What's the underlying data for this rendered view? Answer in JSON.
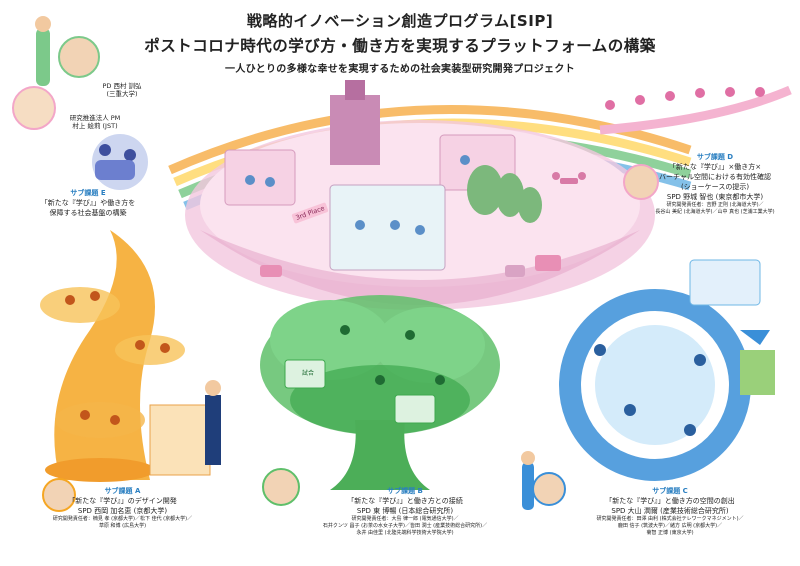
{
  "header": {
    "title_line1": "戦略的イノベーション創造プログラム[SIP]",
    "title_line2": "ポストコロナ時代の学び方・働き方を実現するプラットフォームの構築",
    "subtitle": "一人ひとりの多様な幸せを実現するための社会実装型研究開発プロジェクト"
  },
  "leaders": {
    "pd_role": "PD 西村 訓弘",
    "pd_affil": "(三重大学)",
    "pm_role": "研究推進法人 PM",
    "pm_name": "村上 絵莉 (JST)"
  },
  "scene_signs": {
    "sign_3rd_place": "3rd Place",
    "sign_game": "試合"
  },
  "subthemes": {
    "e": {
      "tag": "サブ課題 E",
      "line1": "「新たな『学び』」や働き方を",
      "line2": "保障する社会基盤の構築"
    },
    "d": {
      "tag": "サブ課題 D",
      "line1": "「新たな『学び』」×働き方×",
      "line2": "バーチャル空間における有効性確認",
      "line3": "(ショーケースの提示)",
      "spd": "SPD 野城 智也 (東京都市大学)",
      "researchers1": "研究開発責任者：吉野 正則 (北海道大学)／",
      "researchers2": "長谷山 美紀 (北海道大学)／山中 真也 (芝浦工業大学)"
    },
    "a": {
      "tag": "サブ課題 A",
      "line1": "「新たな『学び』」のデザイン開発",
      "spd": "SPD 西岡 加名恵 (京都大学)",
      "researchers1": "研究開発責任者：楠見 孝 (京都大学)／松下 佳代 (京都大学)／",
      "researchers2": "草原 和博 (広島大学)"
    },
    "b": {
      "tag": "サブ課題 B",
      "line1": "「新たな『学び』」と働き方との接続",
      "spd": "SPD 東 博暢 (日本総合研究所)",
      "researchers1": "研究開発責任者：大島 律一郎 (電気通信大学)／",
      "researchers2": "石井クンツ 昌子 (お茶の水女子大学)／皆田 潤士 (産業技術総合研究所)／",
      "researchers3": "永井 由佳里 (北陸先端科学技術大学院大学)"
    },
    "c": {
      "tag": "サブ課題 C",
      "line1": "「新たな『学び』」と働き方の空間の創出",
      "spd": "SPD 大山 潤爾 (産業技術総合研究所)",
      "researchers1": "研究開発責任者：田澤 由利 (株式会社テレワークマネジメント)／",
      "researchers2": "鹿田 信子 (筑波大学)／緒方 広明 (京都大学)／",
      "researchers3": "菊智 正博 (東京大学)"
    }
  },
  "colors": {
    "tag": "#2a7fc1",
    "island_pink": "#f3c7de",
    "rainbow_orange": "#f7b14f",
    "rainbow_green": "#7cc98a",
    "rainbow_blue": "#6fb7e6",
    "tree_green": "#5fbf6a",
    "fountain_orange": "#f5a623",
    "wheel_blue": "#3a8fd8"
  }
}
